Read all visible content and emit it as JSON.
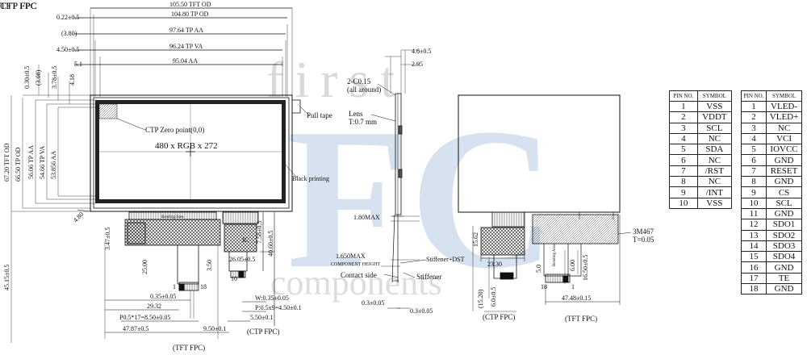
{
  "watermark": {
    "line1": "first",
    "line2": "FC",
    "line3": "components"
  },
  "top_dims": {
    "tft_od": "105.50 TFT OD",
    "tp_od": "104.80 TP OD",
    "tp_aa": "97.64 TP AA",
    "tp_va": "96.24 TP VA",
    "aa": "95.04 AA",
    "d022": "0.22±0.5",
    "d380": "(3.80)",
    "d450": "4.50±0.5",
    "d51": "5.1"
  },
  "left_dims": {
    "d030": "0.30±0.5",
    "d308": "(3.08)",
    "d378": "3.78±0.5",
    "d418": "4.18",
    "tft_od": "67.20 TFT OD",
    "tp_od": "66.50 TP OD",
    "tp_aa": "56.06 TP AA",
    "tp_va": "54.66 TP VA",
    "aa": "53.856 AA",
    "d4515": "45.15±0.5"
  },
  "front": {
    "ctp_zero": "CTP Zero point(0,0)",
    "resolution": "480 x RGB x 272",
    "pull_tape": "Pull tape",
    "black_printing": "Black printing",
    "bending_area": "Bending Area",
    "d480": "4.80",
    "d347": "3.47±0.5",
    "d2500": "25.00",
    "d350": "3.50",
    "d035": "0.35±0.05",
    "d2932": "29.32",
    "pitch": "P0.5*17=8.50±0.05",
    "d4787": "47.87±0.5",
    "d950": "9.50±0.1",
    "d2605": "26.05±0.5",
    "d758": "7.58±0.5",
    "d4060": "40.60±0.5",
    "w_ctp": "W:0.35±0.05",
    "p_ctp": "P:0.5x9=4.50±0.1",
    "d550": "5.50±0.1",
    "pin1": "1",
    "pin18": "18",
    "pin10": "10",
    "ic": "IC",
    "ctp_fpc": "(CTP FPC)",
    "tft_fpc": "(TFT FPC)"
  },
  "side": {
    "chamfer": "2-C0.15",
    "all_around": "(all around)",
    "lens": "Lens",
    "lens_t": "T:0.7 mm",
    "d46": "4.6±0.5",
    "d295": "2.95",
    "max180": "1.80MAX",
    "max1650": "1.650MAX",
    "comp_height": "COMPONENT HEIGHT",
    "contact_side": "Contact side",
    "stiffener_dst": "Stiffener+DST",
    "stiffener": "Stiffener",
    "d03a": "0.3±0.05",
    "d03b": "0.3±0.05"
  },
  "back": {
    "tape": "3M467",
    "tape_t": "T=0.05",
    "d1562": "15.62",
    "d2330": "23.30",
    "d1520": "(15.20)",
    "d600": "6.0±0.5",
    "d50": "5.0",
    "d600b": "6.00",
    "d1650": "16.50±0.5",
    "d4748": "47.48±0.15",
    "bending_area": "Bending Area",
    "pin18": "18",
    "pin1": "1",
    "ctp_fpc": "(CTP FPC)",
    "tft_fpc": "(TFT FPC)"
  },
  "ctp_table": {
    "title": "CTP FPC",
    "headers": [
      "PIN NO.",
      "SYMBOL"
    ],
    "rows": [
      [
        "1",
        "VSS"
      ],
      [
        "2",
        "VDDT"
      ],
      [
        "3",
        "SCL"
      ],
      [
        "4",
        "NC"
      ],
      [
        "5",
        "SDA"
      ],
      [
        "6",
        "NC"
      ],
      [
        "7",
        "/RST"
      ],
      [
        "8",
        "NC"
      ],
      [
        "9",
        "/INT"
      ],
      [
        "10",
        "VSS"
      ]
    ]
  },
  "tft_table": {
    "title": "TFT FPC",
    "headers": [
      "PIN NO.",
      "SYMBOL"
    ],
    "rows": [
      [
        "1",
        "VLED-"
      ],
      [
        "2",
        "VLED+"
      ],
      [
        "3",
        "NC"
      ],
      [
        "4",
        "VCI"
      ],
      [
        "5",
        "IOVCC"
      ],
      [
        "6",
        "GND"
      ],
      [
        "7",
        "RESET"
      ],
      [
        "8",
        "GND"
      ],
      [
        "9",
        "CS"
      ],
      [
        "10",
        "SCL"
      ],
      [
        "11",
        "GND"
      ],
      [
        "12",
        "SDO1"
      ],
      [
        "13",
        "SDO2"
      ],
      [
        "14",
        "SDO3"
      ],
      [
        "15",
        "SDO4"
      ],
      [
        "16",
        "GND"
      ],
      [
        "17",
        "TE"
      ],
      [
        "18",
        "GND"
      ]
    ]
  }
}
